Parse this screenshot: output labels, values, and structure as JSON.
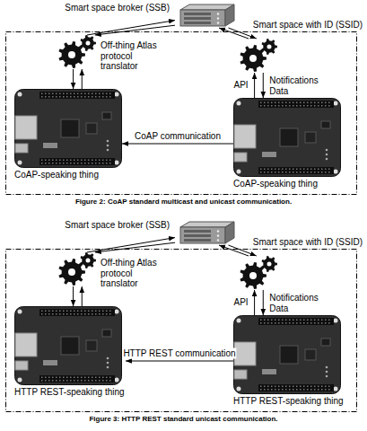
{
  "diagram": {
    "nodes": [
      {
        "text": [
          "Smart space broker (SSB)"
        ]
      },
      {
        "text": [
          "Smart space with ID (SSID)"
        ]
      },
      {
        "text": [
          "Off-thing Atlas protocol translator"
        ],
        "in": 1
      },
      {
        "text": [],
        "in": 1
      },
      {
        "text": [
          "CoAP-speaking thing"
        ],
        "in": 1
      },
      {
        "text": [
          "CoAP-speaking thing"
        ],
        "in": 1
      },
      {
        "text": [
          "Smart space broker (SSB)"
        ]
      },
      {
        "text": [
          "Smart space with ID (SSID)"
        ]
      },
      {
        "text": [
          "Off-thing Atlas protocol translator"
        ],
        "in": 7
      },
      {
        "text": [],
        "in": 7
      },
      {
        "text": [
          "HTTP REST-speaking thing"
        ],
        "in": 7
      },
      {
        "text": [
          "HTTP REST-speaking thing"
        ],
        "in": 7
      }
    ],
    "edges": [
      {
        "from": 2,
        "to": 0,
        "arrow": "to"
      },
      {
        "from": 0,
        "to": 2,
        "arrow": "to"
      },
      {
        "from": 3,
        "to": 0,
        "arrow": "to"
      },
      {
        "from": 0,
        "to": 3,
        "arrow": "to"
      },
      {
        "from": 2,
        "to": 4,
        "arrow": "to"
      },
      {
        "from": 4,
        "to": 2,
        "arrow": "to"
      },
      {
        "from": 5,
        "to": 3,
        "label": "API",
        "arrow": "to"
      },
      {
        "from": 3,
        "to": 5,
        "label": "Notifications Data",
        "arrow": "to"
      },
      {
        "from": 5,
        "to": 4,
        "label": "CoAP communication",
        "arrow": "to"
      },
      {
        "from": 8,
        "to": 6,
        "arrow": "to"
      },
      {
        "from": 6,
        "to": 8,
        "arrow": "to"
      },
      {
        "from": 9,
        "to": 6,
        "arrow": "to"
      },
      {
        "from": 6,
        "to": 9,
        "arrow": "to"
      },
      {
        "from": 8,
        "to": 10,
        "arrow": "to"
      },
      {
        "from": 10,
        "to": 8,
        "arrow": "to"
      },
      {
        "from": 11,
        "to": 9,
        "label": "API",
        "arrow": "to"
      },
      {
        "from": 9,
        "to": 11,
        "label": "Notifications Data",
        "arrow": "to"
      },
      {
        "from": 11,
        "to": 10,
        "label": "HTTP REST communication",
        "arrow": "to"
      }
    ],
    "labels": [
      "Figure 2: CoAP standard multicast and unicast communication.",
      "Figure 3: HTTP REST standard unicast communication."
    ]
  }
}
